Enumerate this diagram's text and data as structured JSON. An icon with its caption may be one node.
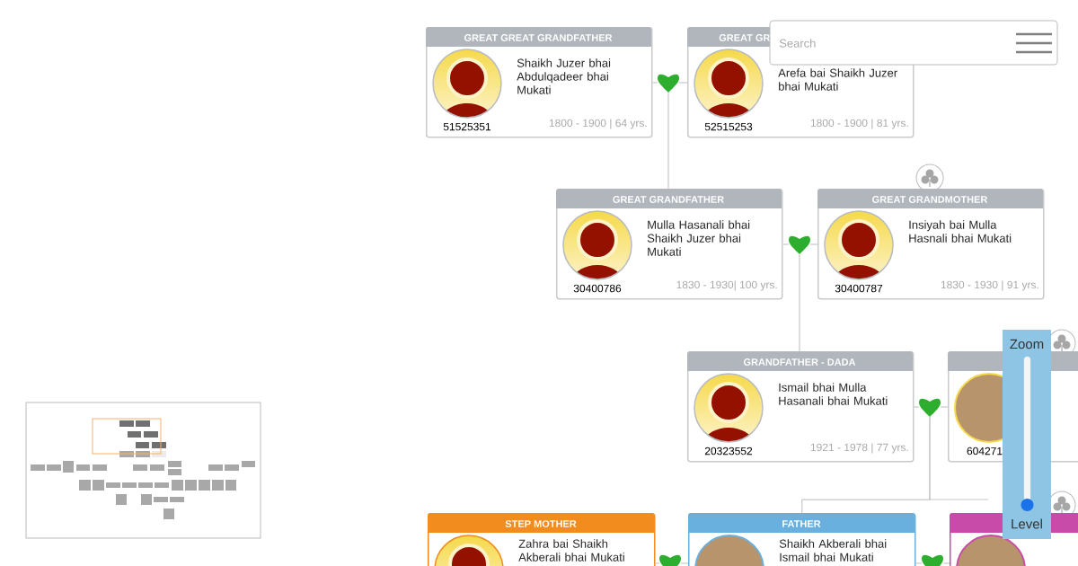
{
  "diagram": {
    "nodes": [
      {
        "text": [
          "GREAT GREAT GRANDFATHER",
          "Shaikh Juzer bhai Abdulqadeer bhai Mukati",
          "51525351",
          "1800 - 1900 | 64 yrs."
        ]
      },
      {
        "text": [],
        "shape": "heart"
      },
      {
        "text": [
          "GREAT GR",
          "Arefa bai Shaikh Juzer bhai Mukati",
          "52515253",
          "1800 - 1900 | 81 yrs."
        ]
      },
      {
        "text": [
          "GREAT GRANDFATHER",
          "Mulla Hasanali bhai Shaikh Juzer bhai Mukati",
          "30400786",
          "1830 - 1930| 100 yrs."
        ]
      },
      {
        "text": [],
        "shape": "heart"
      },
      {
        "text": [
          "GREAT GRANDMOTHER",
          "Insiyah bai Mulla Hasnali bhai Mukati",
          "30400787",
          "1830 - 1930 | 91 yrs."
        ]
      },
      {
        "text": [
          "GRANDFATHER - DADA",
          "Ismail bhai Mulla Hasanali bhai Mukati",
          "20323552",
          "1921 - 1978 | 77 yrs."
        ]
      },
      {
        "text": [],
        "shape": "heart"
      },
      {
        "text": [
          "604271"
        ]
      },
      {
        "text": [
          "STEP MOTHER",
          "Zahra bai Shaikh Akberali bhai Mukati"
        ]
      },
      {
        "text": [],
        "shape": "heart"
      },
      {
        "text": [
          "FATHER",
          "Shaikh Akberali bhai Ismail bhai Mukati"
        ]
      },
      {
        "text": [],
        "shape": "heart"
      },
      {
        "text": [],
        "shape": "box"
      }
    ],
    "edges": [
      {
        "from": 0,
        "to": 1,
        "arrow": "none"
      },
      {
        "from": 1,
        "to": 2,
        "arrow": "none"
      },
      {
        "from": 1,
        "to": 3,
        "arrow": "none"
      },
      {
        "from": 3,
        "to": 4,
        "arrow": "none"
      },
      {
        "from": 4,
        "to": 5,
        "arrow": "none"
      },
      {
        "from": 4,
        "to": 6,
        "arrow": "none"
      },
      {
        "from": 6,
        "to": 7,
        "arrow": "none"
      },
      {
        "from": 7,
        "to": 8,
        "arrow": "none"
      },
      {
        "from": 7,
        "to": 11,
        "arrow": "none"
      },
      {
        "from": 7,
        "to": null,
        "arrow": "none"
      },
      {
        "from": 9,
        "to": 10,
        "arrow": "none"
      },
      {
        "from": 10,
        "to": 11,
        "arrow": "none"
      },
      {
        "from": 11,
        "to": 12,
        "arrow": "none"
      },
      {
        "from": 12,
        "to": 13,
        "arrow": "none"
      }
    ],
    "labels": [
      "Search",
      "Zoom",
      "Level"
    ]
  }
}
